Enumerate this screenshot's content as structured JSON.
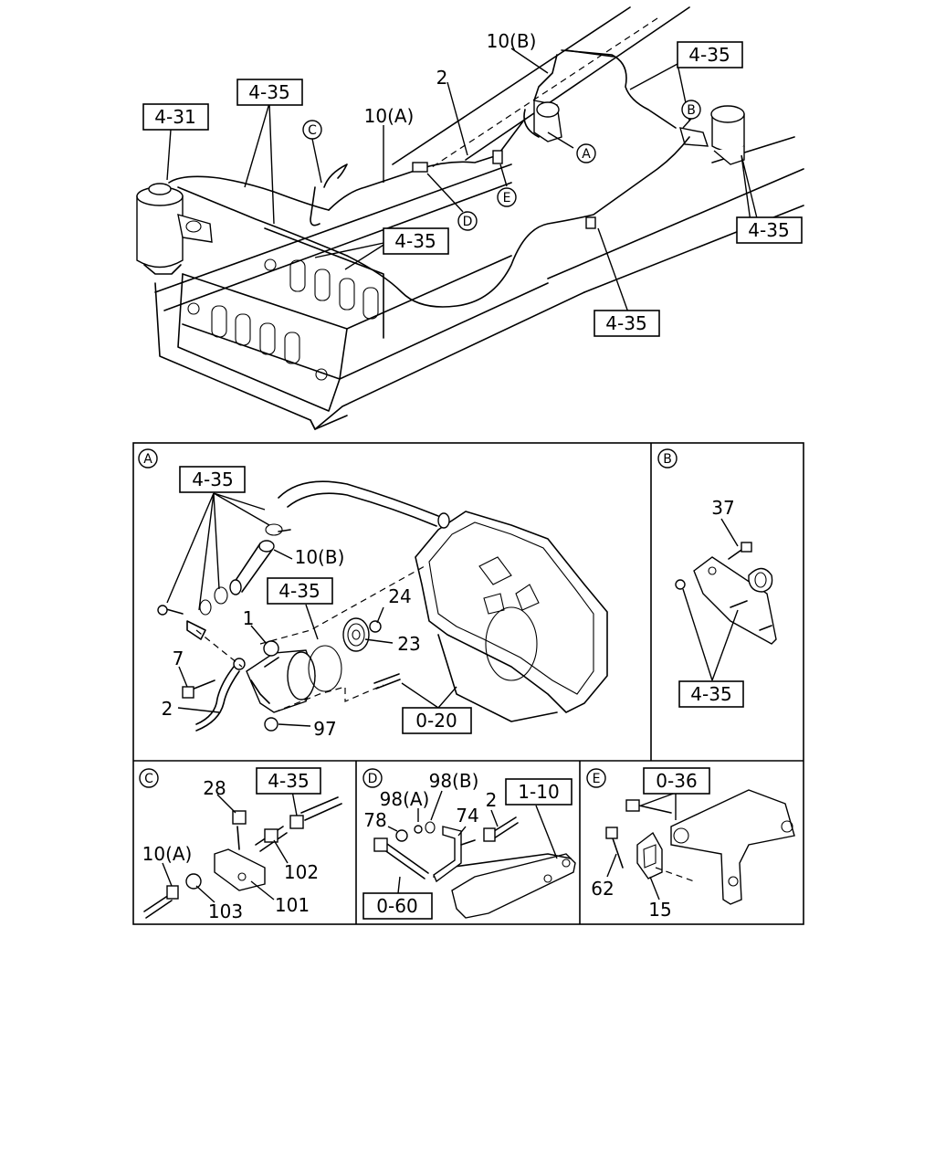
{
  "labels": {
    "ref_4_31": "4-31",
    "ref_4_35_tl": "4-35",
    "ref_4_35_tr": "4-35",
    "ref_4_35_mid": "4-35",
    "ref_4_35_right": "4-35",
    "ref_4_35_bot": "4-35",
    "part_10b": "10(B)",
    "part_10a": "10(A)",
    "part_2": "2",
    "callout_a": "A",
    "callout_b": "B",
    "callout_c": "C",
    "callout_d": "D",
    "callout_e": "E"
  },
  "panel_a": {
    "id": "A",
    "ref_4_35_top": "4-35",
    "ref_4_35_mid": "4-35",
    "ref_0_20": "0-20",
    "part_10b": "10(B)",
    "part_24": "24",
    "part_1": "1",
    "part_23": "23",
    "part_7": "7",
    "part_2": "2",
    "part_97": "97"
  },
  "panel_b": {
    "id": "B",
    "part_37": "37",
    "ref_4_35": "4-35"
  },
  "panel_c": {
    "id": "C",
    "part_28": "28",
    "ref_4_35": "4-35",
    "part_10a": "10(A)",
    "part_102": "102",
    "part_103": "103",
    "part_101": "101"
  },
  "panel_d": {
    "id": "D",
    "part_98b": "98(B)",
    "part_98a": "98(A)",
    "ref_1_10": "1-10",
    "part_78": "78",
    "part_74": "74",
    "part_2": "2",
    "ref_0_60": "0-60"
  },
  "panel_e": {
    "id": "E",
    "ref_0_36": "0-36",
    "part_62": "62",
    "part_15": "15"
  }
}
